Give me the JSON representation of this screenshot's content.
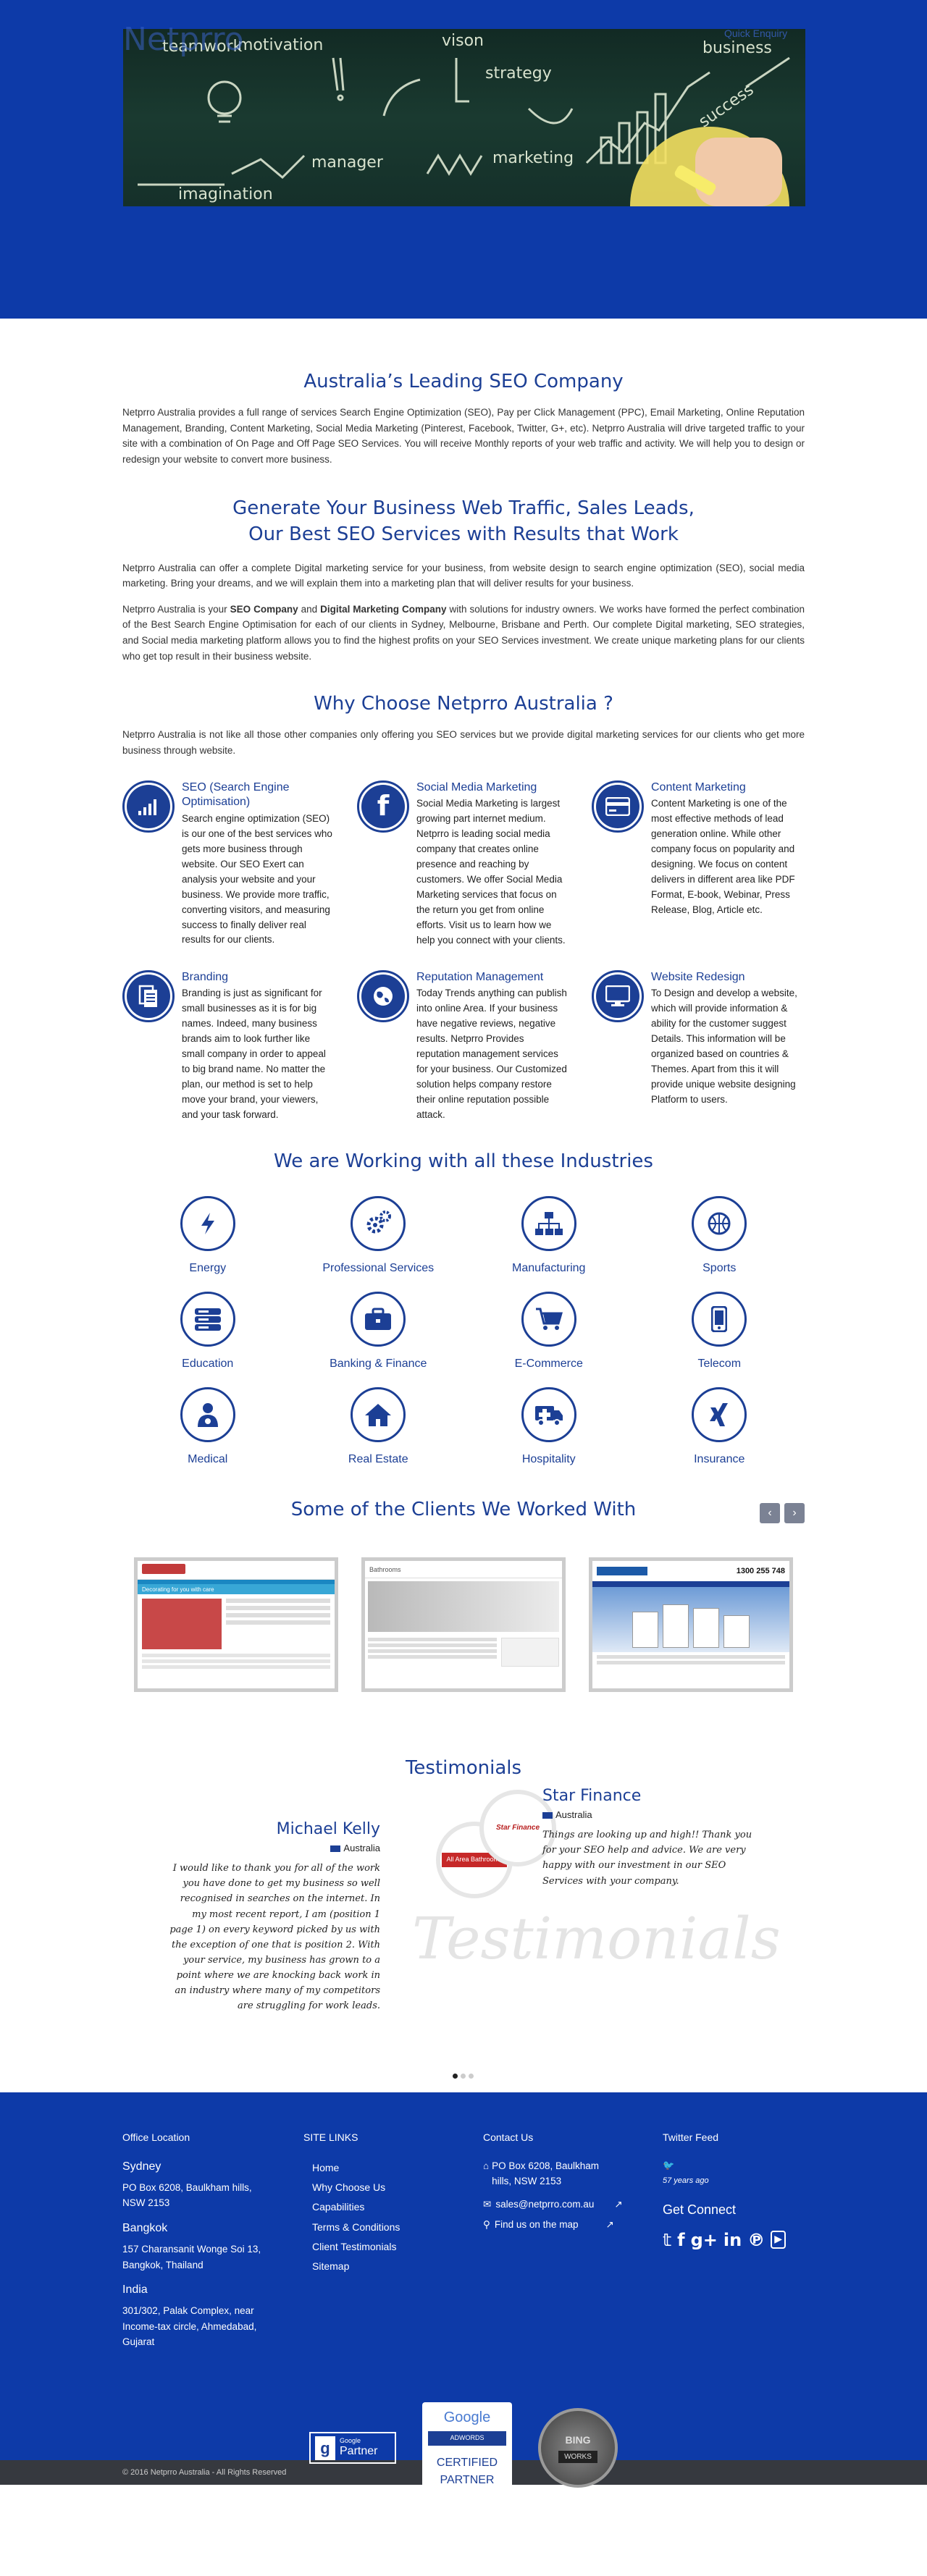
{
  "header": {
    "logo_text": "Netprro",
    "quick_enquiry": "Quick Enquiry"
  },
  "hero": {
    "doodles": [
      "teamwork",
      "motivation",
      "vison",
      "strategy",
      "business",
      "success",
      "manager",
      "marketing",
      "imagination"
    ]
  },
  "intro": {
    "title": "Australia’s Leading SEO Company",
    "text": "Netprro Australia provides a full range of services Search Engine Optimization (SEO), Pay per Click Management (PPC), Email Marketing, Online Reputation Management, Branding, Content Marketing, Social Media Marketing (Pinterest, Facebook, Twitter, G+, etc). Netprro Australia will drive targeted traffic to your site with a combination of On Page and Off Page SEO Services. You will receive Monthly reports of your web traffic and activity. We will help you to design or redesign your website to convert more business."
  },
  "generate": {
    "title_line1": "Generate Your Business Web Traffic, Sales Leads,",
    "title_line2": "Our Best SEO Services with Results that Work",
    "text1": "Netprro Australia can offer a complete Digital marketing service for your business, from website design to search engine optimization (SEO), social media marketing. Bring your dreams, and we will explain them into a marketing plan that will deliver results for your business.",
    "text2_a": "Netprro Australia is your ",
    "text2_b": "SEO Company",
    "text2_c": " and ",
    "text2_d": "Digital Marketing Company",
    "text2_e": " with solutions for industry owners. We works have formed the perfect combination of the Best Search Engine Optimisation for each of our clients in Sydney, Melbourne, Brisbane and Perth. Our complete Digital marketing, SEO strategies, and Social media marketing platform allows you to find the highest profits on your SEO Services investment. We create unique marketing plans for our clients who get top result in their business website."
  },
  "why": {
    "title": "Why Choose Netprro Australia ?",
    "text": "Netprro Australia is not like all those other companies only offering you SEO services but we provide digital marketing services for our clients who get more business through website.",
    "services": [
      {
        "title": "SEO (Search Engine Optimisation)",
        "icon": "bar-chart-icon",
        "text": "Search engine optimization (SEO) is our one of the best services who gets more business through website. Our SEO Exert can analysis your website and your business. We provide more traffic, converting visitors, and measuring success to finally deliver real results for our clients."
      },
      {
        "title": "Social Media Marketing",
        "icon": "facebook-icon",
        "text": "Social Media Marketing is largest growing part internet medium. Netprro is leading social media company that creates online presence and reaching by customers. We offer Social Media Marketing services that focus on the return you get from online efforts. Visit us to learn how we help you connect with your clients."
      },
      {
        "title": "Content Marketing",
        "icon": "credit-card-icon",
        "text": "Content Marketing is one of the most effective methods of lead generation online. While other company focus on popularity and designing. We focus on content delivers in different area like PDF Format, E-book, Webinar, Press Release, Blog, Article etc."
      },
      {
        "title": "Branding",
        "icon": "document-icon",
        "text": "Branding is just as significant for small businesses as it is for big names. Indeed, many business brands aim to look further like small company in order to appeal to big brand name. No matter the plan, our method is set to help move your brand, your viewers, and your task forward."
      },
      {
        "title": "Reputation Management",
        "icon": "globe-icon",
        "text": "Today Trends anything can publish into online Area. If your business have negative reviews, negative results. Netprro Provides reputation management services for your business. Our Customized solution helps company restore their online reputation possible attack."
      },
      {
        "title": "Website Redesign",
        "icon": "monitor-icon",
        "text": "To Design and develop a website, which will provide information & ability for the customer suggest Details. This information will be organized based on countries & Themes. Apart from this it will provide unique website designing Platform to users."
      }
    ]
  },
  "industries": {
    "title": "We are Working with all these Industries",
    "items": [
      {
        "label": "Energy",
        "icon": "bolt-icon"
      },
      {
        "label": "Professional Services",
        "icon": "gears-icon"
      },
      {
        "label": "Manufacturing",
        "icon": "sitemap-icon"
      },
      {
        "label": "Sports",
        "icon": "basketball-icon"
      },
      {
        "label": "Education",
        "icon": "server-icon"
      },
      {
        "label": "Banking & Finance",
        "icon": "briefcase-icon"
      },
      {
        "label": "E-Commerce",
        "icon": "cart-icon"
      },
      {
        "label": "Telecom",
        "icon": "mobile-icon"
      },
      {
        "label": "Medical",
        "icon": "doctor-icon"
      },
      {
        "label": "Real Estate",
        "icon": "home-icon"
      },
      {
        "label": "Hospitality",
        "icon": "ambulance-icon"
      },
      {
        "label": "Insurance",
        "icon": "xing-icon"
      }
    ]
  },
  "clients": {
    "title": "Some of the Clients We Worked With",
    "prev": "‹",
    "next": "›",
    "shot1_text": "Decorating for you with care",
    "shot2_text": "Bathrooms",
    "shot3_text": "1300 255 748"
  },
  "testimonials": {
    "title": "Testimonials",
    "watermark": "Testimonials",
    "left": {
      "name": "Michael Kelly",
      "country": "Australia",
      "logo_text": "All Area Bathrooms",
      "text": "I would like to thank you for all of the work you have done to get my business so well recognised in searches on the internet. In my most recent report, I am (position 1 page 1) on every keyword picked by us with the exception of one that is position 2. With your service, my business has grown to a point where we are knocking back work in an industry where many of my competitors are struggling for work leads."
    },
    "right": {
      "name": "Star Finance",
      "country": "Australia",
      "logo_text": "Star Finance",
      "text": "Things are looking up and high!! Thank you for your SEO help and advice. We are very happy with our investment in our SEO Services with your company."
    }
  },
  "footer": {
    "office_head": "Office Location",
    "offices": [
      {
        "city": "Sydney",
        "addr": "PO Box 6208, Baulkham hills, NSW 2153"
      },
      {
        "city": "Bangkok",
        "addr": "157 Charansanit Wonge Soi 13, Bangkok, Thailand"
      },
      {
        "city": "India",
        "addr": "301/302, Palak Complex, near Income-tax circle, Ahmedabad, Gujarat"
      }
    ],
    "links_head": "SITE LINKS",
    "links": [
      "Home",
      "Why Choose Us",
      "Capabilities",
      "Terms & Conditions",
      "Client Testimonials",
      "Sitemap"
    ],
    "contact_head": "Contact Us",
    "contact_addr": "PO Box 6208, Baulkham hills, NSW 2153",
    "contact_email": "sales@netprro.com.au",
    "contact_map": "Find us on the map",
    "twitter_head": "Twitter Feed",
    "tweet_time": "57 years ago",
    "connect_head": "Get Connect",
    "badge_google": "Google",
    "badge_partner": "Partner",
    "badge_adwords": "ADWORDS",
    "badge_certified": "CERTIFIED",
    "badge_certified_partner": "PARTNER",
    "badge_bing": "BING",
    "badge_bing_sub": "WORKS",
    "copyright": "© 2016 Netprro Australia - All Rights Reserved"
  }
}
